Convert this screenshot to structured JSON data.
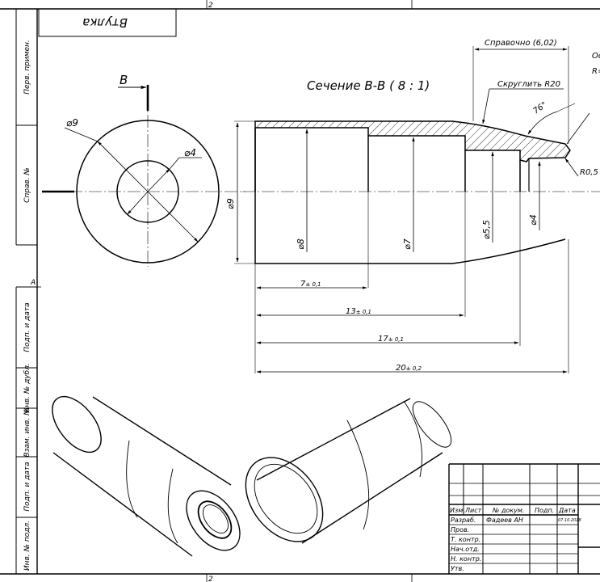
{
  "sheet": {
    "zone_top": "2",
    "zone_bottom": "2",
    "zone_left": "A",
    "stamp_title": "Втулка"
  },
  "side_strip": {
    "upper": [
      "Перв. примен.",
      "Справ. №"
    ],
    "lower": [
      "Подп. и дата",
      "Инв. № дубл.",
      "Взам. инв. №",
      "Подп. и дата",
      "Инв. № подл."
    ]
  },
  "views": {
    "cut_letter": "В",
    "section_title": "Сечение В-В ( 8 : 1)",
    "end_view_labels": {
      "outer_diameter": "⌀9",
      "inner_diameter": "⌀4"
    },
    "section_labels": {
      "reference": "Справочно (6,02)",
      "round": "Скруглить R20",
      "angle": "76°",
      "fillet": "R0,5",
      "cut_note_1": "Ос",
      "cut_note_2": "R=",
      "overall_diameter": "⌀9",
      "bore_8": "⌀8",
      "bore_7": "⌀7",
      "bore_55": "⌀5,5",
      "bore_4": "⌀4"
    },
    "lengths": [
      {
        "value": "7",
        "tol": "± 0,1"
      },
      {
        "value": "13",
        "tol": "± 0,1"
      },
      {
        "value": "17",
        "tol": "± 0,1"
      },
      {
        "value": "20",
        "tol": "± 0,2"
      }
    ]
  },
  "title_block": {
    "header": [
      "Изм.",
      "Лист",
      "№ докум.",
      "Подп.",
      "Дата"
    ],
    "roles": [
      "Разраб.",
      "Пров.",
      "Т. контр.",
      "Нач.отд.",
      "Н. контр.",
      "Утв."
    ],
    "developer_name": "Фадеев АН",
    "developer_date": "07.10.2018"
  }
}
